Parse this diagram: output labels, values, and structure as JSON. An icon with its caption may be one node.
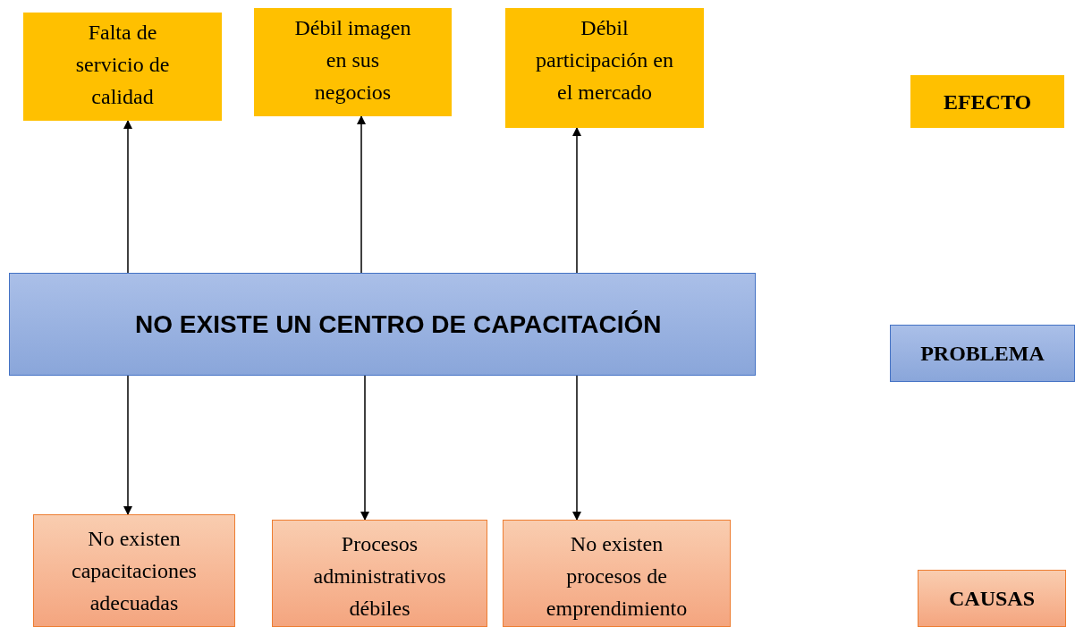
{
  "diagram": {
    "nodes": [
      {
        "text": [
          "Falta de servicio de calidad"
        ]
      },
      {
        "text": [
          "Débil imagen en sus negocios"
        ]
      },
      {
        "text": [
          "Débil participación en el mercado"
        ]
      },
      {
        "text": [
          "EFECTO"
        ]
      },
      {
        "text": [
          "NO EXISTE UN CENTRO DE CAPACITACIÓN"
        ]
      },
      {
        "text": [
          "PROBLEMA"
        ]
      },
      {
        "text": [
          "No existen capacitaciones adecuadas"
        ]
      },
      {
        "text": [
          "Procesos administrativos débiles"
        ]
      },
      {
        "text": [
          "No existen procesos de emprendimiento"
        ]
      },
      {
        "text": [
          "CAUSAS"
        ]
      }
    ],
    "edges": [
      {
        "from": 4,
        "to": 0,
        "arrow": "to"
      },
      {
        "from": 4,
        "to": 1,
        "arrow": "to"
      },
      {
        "from": 4,
        "to": 2,
        "arrow": "to"
      },
      {
        "from": 4,
        "to": 6,
        "arrow": "to"
      },
      {
        "from": 4,
        "to": 7,
        "arrow": "to"
      },
      {
        "from": 4,
        "to": 8,
        "arrow": "to"
      }
    ]
  }
}
